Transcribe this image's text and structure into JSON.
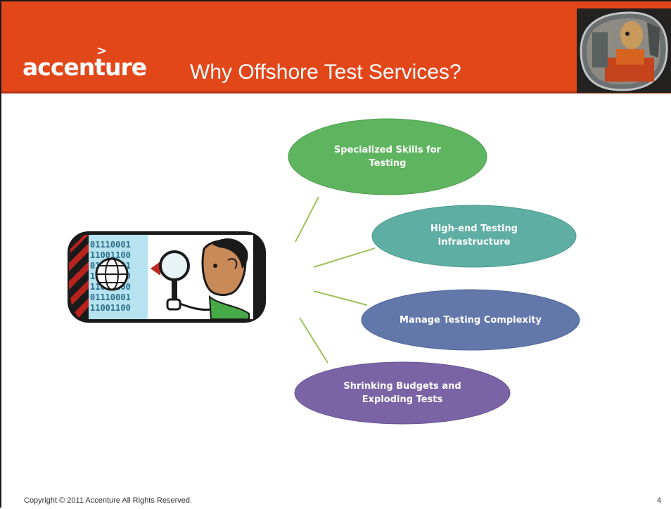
{
  "header": {
    "logo_text": "accenture",
    "logo_mark": ">",
    "title": "Why Offshore Test Services?",
    "image_icon": "car-mirror-crash-dummy-image"
  },
  "illustration": {
    "icon": "person-magnifying-glass-globe-illustration",
    "binary_rows": [
      "01110001",
      "11001100",
      "01110001",
      "11001100",
      "11001100",
      "01110001",
      "11001100"
    ]
  },
  "items": [
    {
      "line1": "Specialized Skills for",
      "line2": "Testing",
      "color": "#5fb55f"
    },
    {
      "line1": "High-end Testing",
      "line2": "Infrastructure",
      "color": "#5eaea3"
    },
    {
      "line1": "Manage Testing Complexity",
      "line2": "",
      "color": "#6277aa"
    },
    {
      "line1": "Shrinking Budgets and",
      "line2": "Exploding Tests",
      "color": "#7b64a6"
    }
  ],
  "colors": {
    "header": "#e2471a",
    "connector": "#9dc25a"
  },
  "footer": {
    "copyright": "Copyright © 2011 Accenture  All Rights Reserved.",
    "page_number": "4"
  }
}
